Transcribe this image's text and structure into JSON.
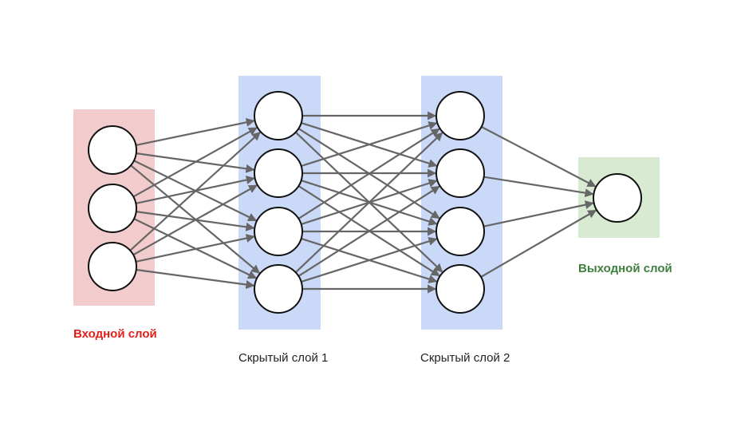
{
  "diagram": {
    "colors": {
      "input_layer_bg": "#f2cccc",
      "hidden_layer_bg": "#c9d9f7",
      "output_layer_bg": "#d9ead3",
      "edge": "#666666",
      "node_stroke": "#111111",
      "node_fill": "#ffffff",
      "input_label": "#e0201b",
      "output_label": "#3f7f3f",
      "hidden_label": "#222222"
    },
    "layers": [
      {
        "id": "input",
        "label": "Входной слой",
        "neurons": 3
      },
      {
        "id": "hidden-1",
        "label": "Скрытый слой 1",
        "neurons": 4
      },
      {
        "id": "hidden-2",
        "label": "Скрытый слой 2",
        "neurons": 4
      },
      {
        "id": "output",
        "label": "Выходной слой",
        "neurons": 1
      }
    ]
  }
}
